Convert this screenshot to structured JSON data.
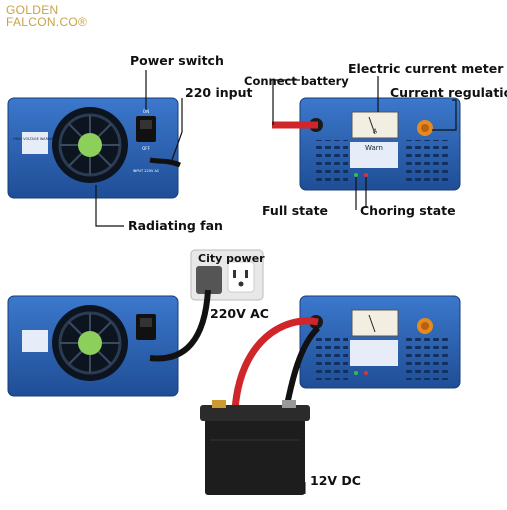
{
  "brand": {
    "line1": "GOLDEN",
    "line2": "FALCON.CO®"
  },
  "labels": {
    "power_switch": "Power switch",
    "input_220": "220 input",
    "connect_battery": "Connect battery",
    "current_meter": "Electric current meter",
    "current_regulation": "Current regulation",
    "radiating_fan": "Radiating fan",
    "full_state": "Full state",
    "charging_state": "Choring state",
    "city_power": "City power",
    "ac_220": "220V AC",
    "dc_12": "12V DC"
  },
  "device_text": {
    "warning": "HIGH VOLTAGE WARNING",
    "on": "ON",
    "off": "OFF",
    "input": "INPUT 220V AC",
    "warn": "Warn",
    "meter_unit": "A"
  },
  "colors": {
    "device_blue": "#2a5fb0",
    "cable_red": "#d0262a",
    "cable_black": "#111111",
    "knob_orange": "#e58a1f"
  }
}
